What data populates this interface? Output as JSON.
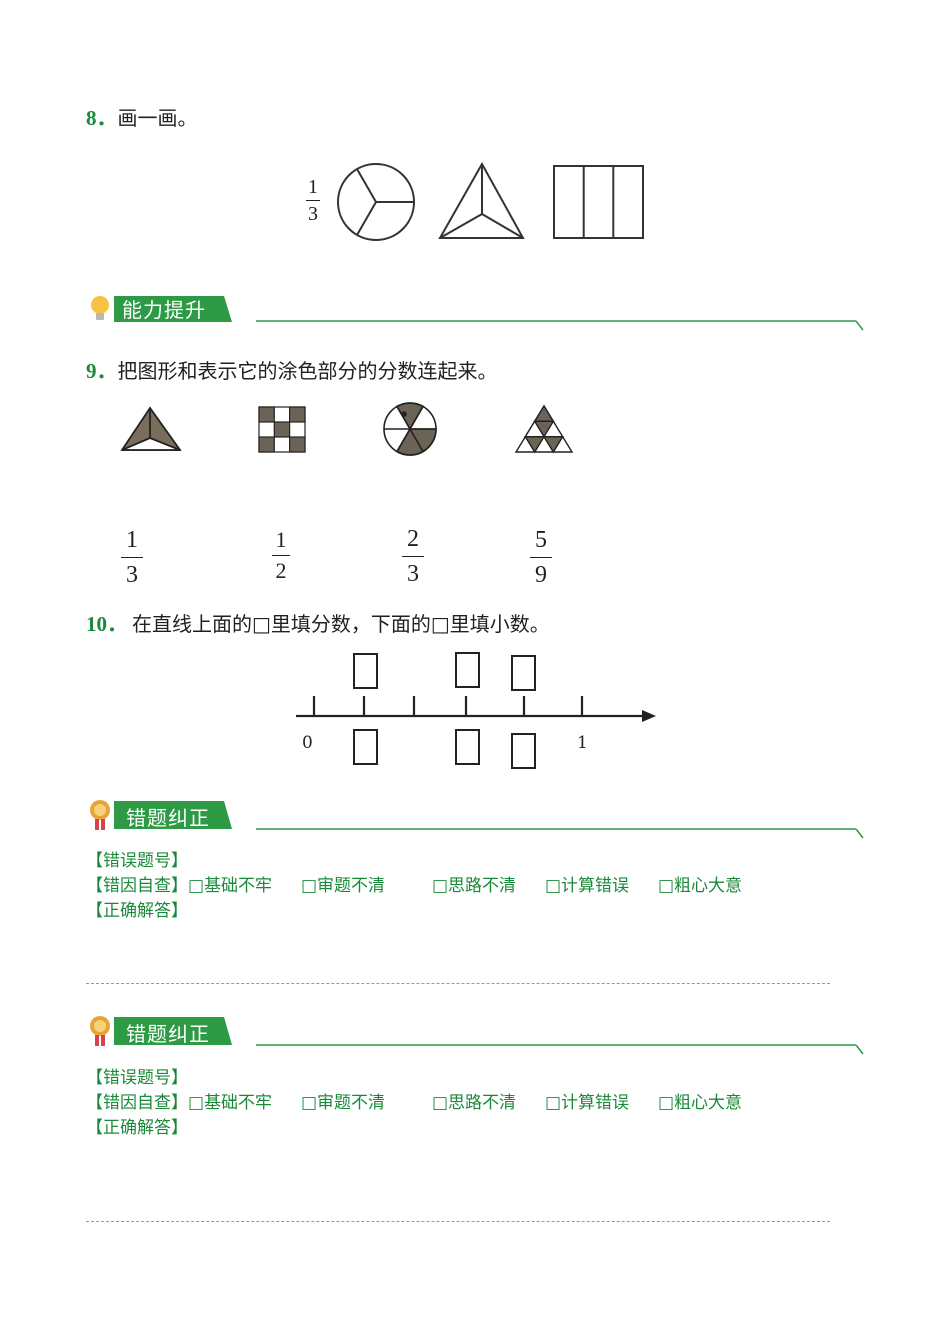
{
  "q8": {
    "number": "8．",
    "text": "画一画。",
    "fraction": {
      "num": "1",
      "den": "3"
    }
  },
  "section_ability": {
    "title": "能力提升"
  },
  "q9": {
    "number": "9．",
    "text": "把图形和表示它的涂色部分的分数连起来。",
    "fractions": [
      {
        "num": "1",
        "den": "3"
      },
      {
        "num": "1",
        "den": "2"
      },
      {
        "num": "2",
        "den": "3"
      },
      {
        "num": "5",
        "den": "9"
      }
    ]
  },
  "q10": {
    "number": "10．",
    "text": "在直线上面的□里填分数，下面的□里填小数。",
    "label_zero": "0",
    "label_one": "1"
  },
  "correction_blocks": [
    {
      "title": "错题纠正",
      "wrong_number_label": "【错误题号】",
      "cause_label": "【错因自查】",
      "options": [
        "□基础不牢",
        "□审题不清",
        "□思路不清",
        "□计算错误",
        "□粗心大意"
      ],
      "answer_label": "【正确解答】"
    },
    {
      "title": "错题纠正",
      "wrong_number_label": "【错误题号】",
      "cause_label": "【错因自查】",
      "options": [
        "□基础不牢",
        "□审题不清",
        "□思路不清",
        "□计算错误",
        "□粗心大意"
      ],
      "answer_label": "【正确解答】"
    }
  ],
  "colors": {
    "accent_green": "#1a8a3a",
    "banner_green": "#2e9a45",
    "shade": "#7a6e5a"
  }
}
